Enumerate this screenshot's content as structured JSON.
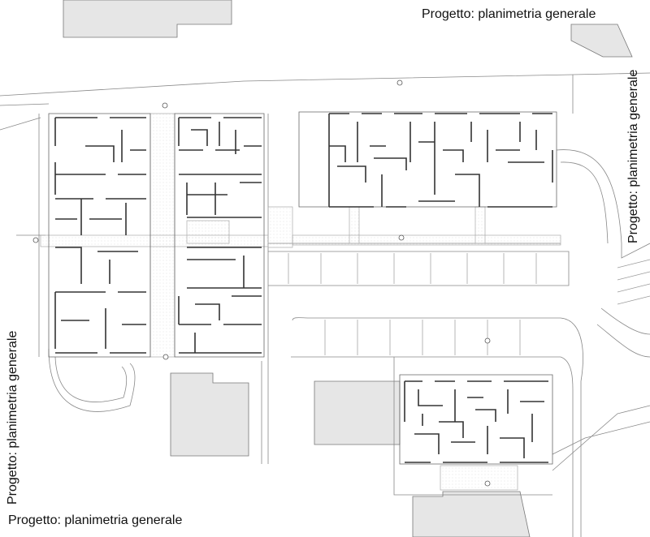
{
  "labels": {
    "top": "Progetto: planimetria generale",
    "right": "Progetto: planimetria generale",
    "left": "Progetto: planimetria generale",
    "bottom": "Progetto: planimetria generale"
  },
  "colors": {
    "background": "#ffffff",
    "line": "#555555",
    "wall": "#333333",
    "building_fill": "#e6e6e6",
    "hatch": "#cccccc"
  }
}
